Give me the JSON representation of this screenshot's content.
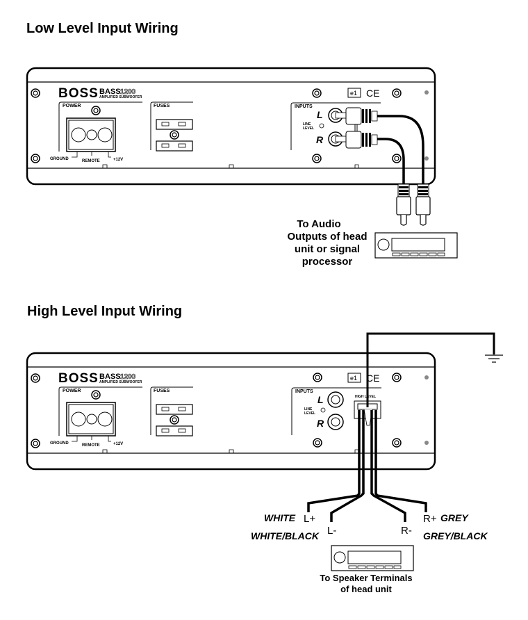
{
  "sections": [
    {
      "title": "Low Level Input Wiring",
      "caption": [
        "To Audio",
        "Outputs of head",
        "unit or signal",
        "processor"
      ]
    },
    {
      "title": "High Level Input Wiring",
      "caption": [
        "To Speaker Terminals",
        "of head unit"
      ],
      "terminals": {
        "l_plus": "L+",
        "l_minus": "L-",
        "r_minus": "R-",
        "r_plus": "R+"
      },
      "wire_colors": {
        "l_plus": "WHITE",
        "l_minus": "WHITE/BLACK",
        "r_plus": "GREY",
        "r_minus": "GREY/BLACK"
      },
      "high_level_label": "HIGH LEVEL"
    }
  ],
  "amp": {
    "brand": "BOSS",
    "model_prefix": "BASS",
    "model_number": "1200",
    "subtitle": "AMPLIFIED SUBWOOFER",
    "power_label": "POWER",
    "fuses_label": "FUSES",
    "inputs_label": "INPUTS",
    "left_label": "L",
    "right_label": "R",
    "line_level_1": "LINE",
    "line_level_2": "LEVEL",
    "ground": "GROUND",
    "remote": "REMOTE",
    "plus12": "+12V",
    "e1": "e1",
    "ce": "CE"
  }
}
